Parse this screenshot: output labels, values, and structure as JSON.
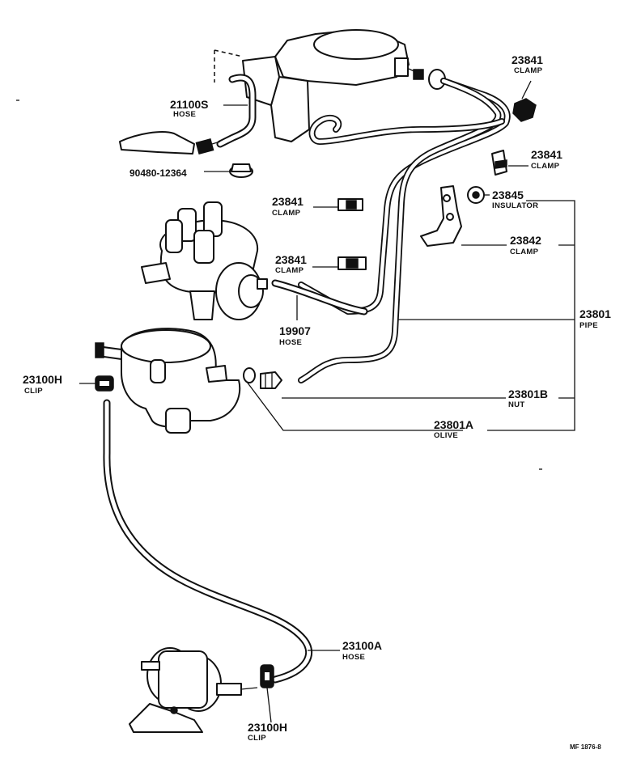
{
  "diagram": {
    "code": "MF 1876-8",
    "callouts": [
      {
        "id": "c-21100s",
        "number": "21100S",
        "desc": "HOSE"
      },
      {
        "id": "c-90480",
        "number": "90480-12364",
        "desc": ""
      },
      {
        "id": "c-23841-top",
        "number": "23841",
        "desc": "CLAMP"
      },
      {
        "id": "c-23841-right",
        "number": "23841",
        "desc": "CLAMP"
      },
      {
        "id": "c-23841-mid1",
        "number": "23841",
        "desc": "CLAMP"
      },
      {
        "id": "c-23845",
        "number": "23845",
        "desc": "INSULATOR"
      },
      {
        "id": "c-23841-mid2",
        "number": "23841",
        "desc": "CLAMP"
      },
      {
        "id": "c-23842",
        "number": "23842",
        "desc": "CLAMP"
      },
      {
        "id": "c-19907",
        "number": "19907",
        "desc": "HOSE"
      },
      {
        "id": "c-23801",
        "number": "23801",
        "desc": "PIPE"
      },
      {
        "id": "c-23100h-top",
        "number": "23100H",
        "desc": "CLIP"
      },
      {
        "id": "c-23801b",
        "number": "23801B",
        "desc": "NUT"
      },
      {
        "id": "c-23801a",
        "number": "23801A",
        "desc": "OLIVE"
      },
      {
        "id": "c-23100a",
        "number": "23100A",
        "desc": "HOSE"
      },
      {
        "id": "c-23100h-bot",
        "number": "23100H",
        "desc": "CLIP"
      }
    ]
  }
}
